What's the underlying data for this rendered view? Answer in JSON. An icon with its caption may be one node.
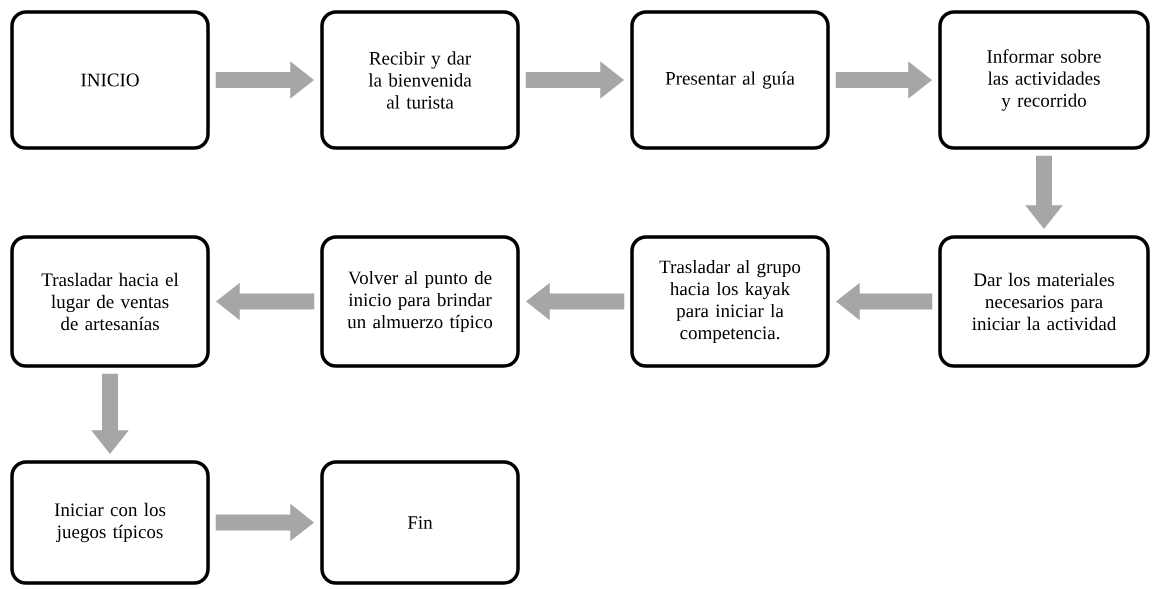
{
  "diagram": {
    "nodes": [
      {
        "text": [
          "INICIO"
        ]
      },
      {
        "text": [
          "Recibir y dar la bienvenida al turista"
        ]
      },
      {
        "text": [
          "Presentar al guía"
        ]
      },
      {
        "text": [
          "Informar sobre las actividades y recorrido"
        ]
      },
      {
        "text": [
          "Dar los materiales necesarios para iniciar la actividad"
        ]
      },
      {
        "text": [
          "Trasladar al grupo hacia los kayak para iniciar la competencia."
        ]
      },
      {
        "text": [
          "Volver al punto de inicio para brindar un almuerzo típico"
        ]
      },
      {
        "text": [
          "Trasladar hacia el lugar de ventas de artesanías"
        ]
      },
      {
        "text": [
          "Iniciar con los juegos típicos"
        ]
      },
      {
        "text": [
          "Fin"
        ]
      }
    ],
    "edges": [
      {
        "from": 0,
        "to": 1,
        "arrow": "to"
      },
      {
        "from": 1,
        "to": 2,
        "arrow": "to"
      },
      {
        "from": 2,
        "to": 3,
        "arrow": "to"
      },
      {
        "from": 3,
        "to": 4,
        "arrow": "to"
      },
      {
        "from": 4,
        "to": 5,
        "arrow": "to"
      },
      {
        "from": 5,
        "to": 6,
        "arrow": "to"
      },
      {
        "from": 6,
        "to": 7,
        "arrow": "to"
      },
      {
        "from": 7,
        "to": 8,
        "arrow": "to"
      },
      {
        "from": 8,
        "to": 9,
        "arrow": "to"
      }
    ]
  }
}
